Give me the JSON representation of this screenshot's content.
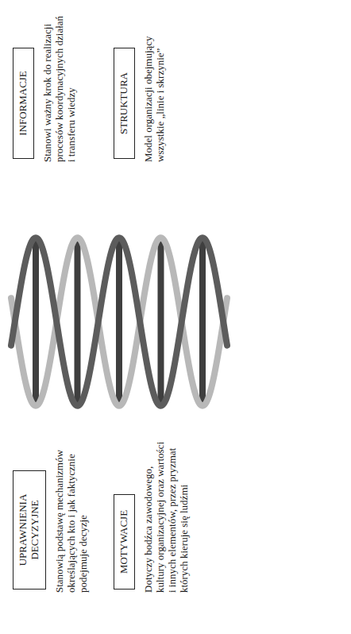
{
  "diagram": {
    "nodes": [
      {
        "text": [
          "UPRAWNIENIA DECYZYJNE",
          "Stanowią podstawę mechanizmów określających kto i jak faktycznie podejmuje decyzje"
        ]
      },
      {
        "text": [
          "INFORMACJE",
          "Stanowi ważny krok do realizacji procesów koordynacyjnych działań i transferu wiedzy"
        ]
      },
      {
        "text": [
          "MOTYWACJE",
          "Dotyczy bodźca zawodowego, kultury organizacyjnej oraz wartości i innych elementów, przez pryzmat których kieruje się ludźmi"
        ]
      },
      {
        "text": [
          "STRUKTURA",
          "Model organizacji obejmujący wszystkie „linie i skrzynie”"
        ]
      }
    ]
  }
}
